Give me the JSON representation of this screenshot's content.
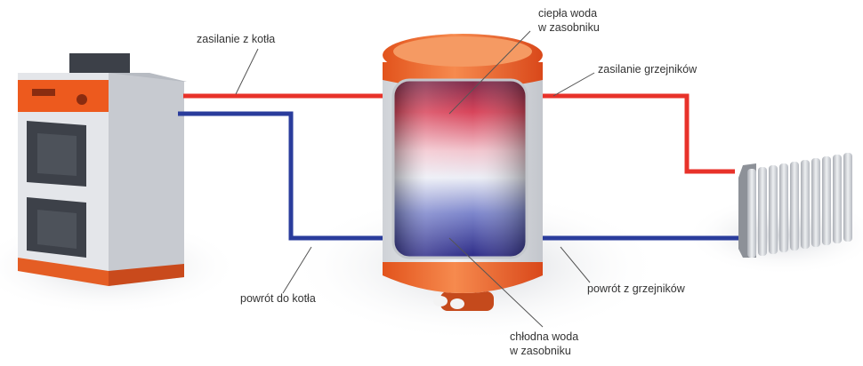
{
  "labels": {
    "boiler_supply": "zasilanie z kotła",
    "boiler_return": "powrót do kotła",
    "hot_water_line1": "ciepła woda",
    "hot_water_line2": "w zasobniku",
    "radiator_supply": "zasilanie grzejników",
    "radiator_return": "powrót z grzejników",
    "cold_water_line1": "chłodna woda",
    "cold_water_line2": "w zasobniku"
  },
  "colors": {
    "supply": "#e8322a",
    "return": "#2a3c9c",
    "accent": "#f0642a",
    "body": "#dfe2e6"
  }
}
